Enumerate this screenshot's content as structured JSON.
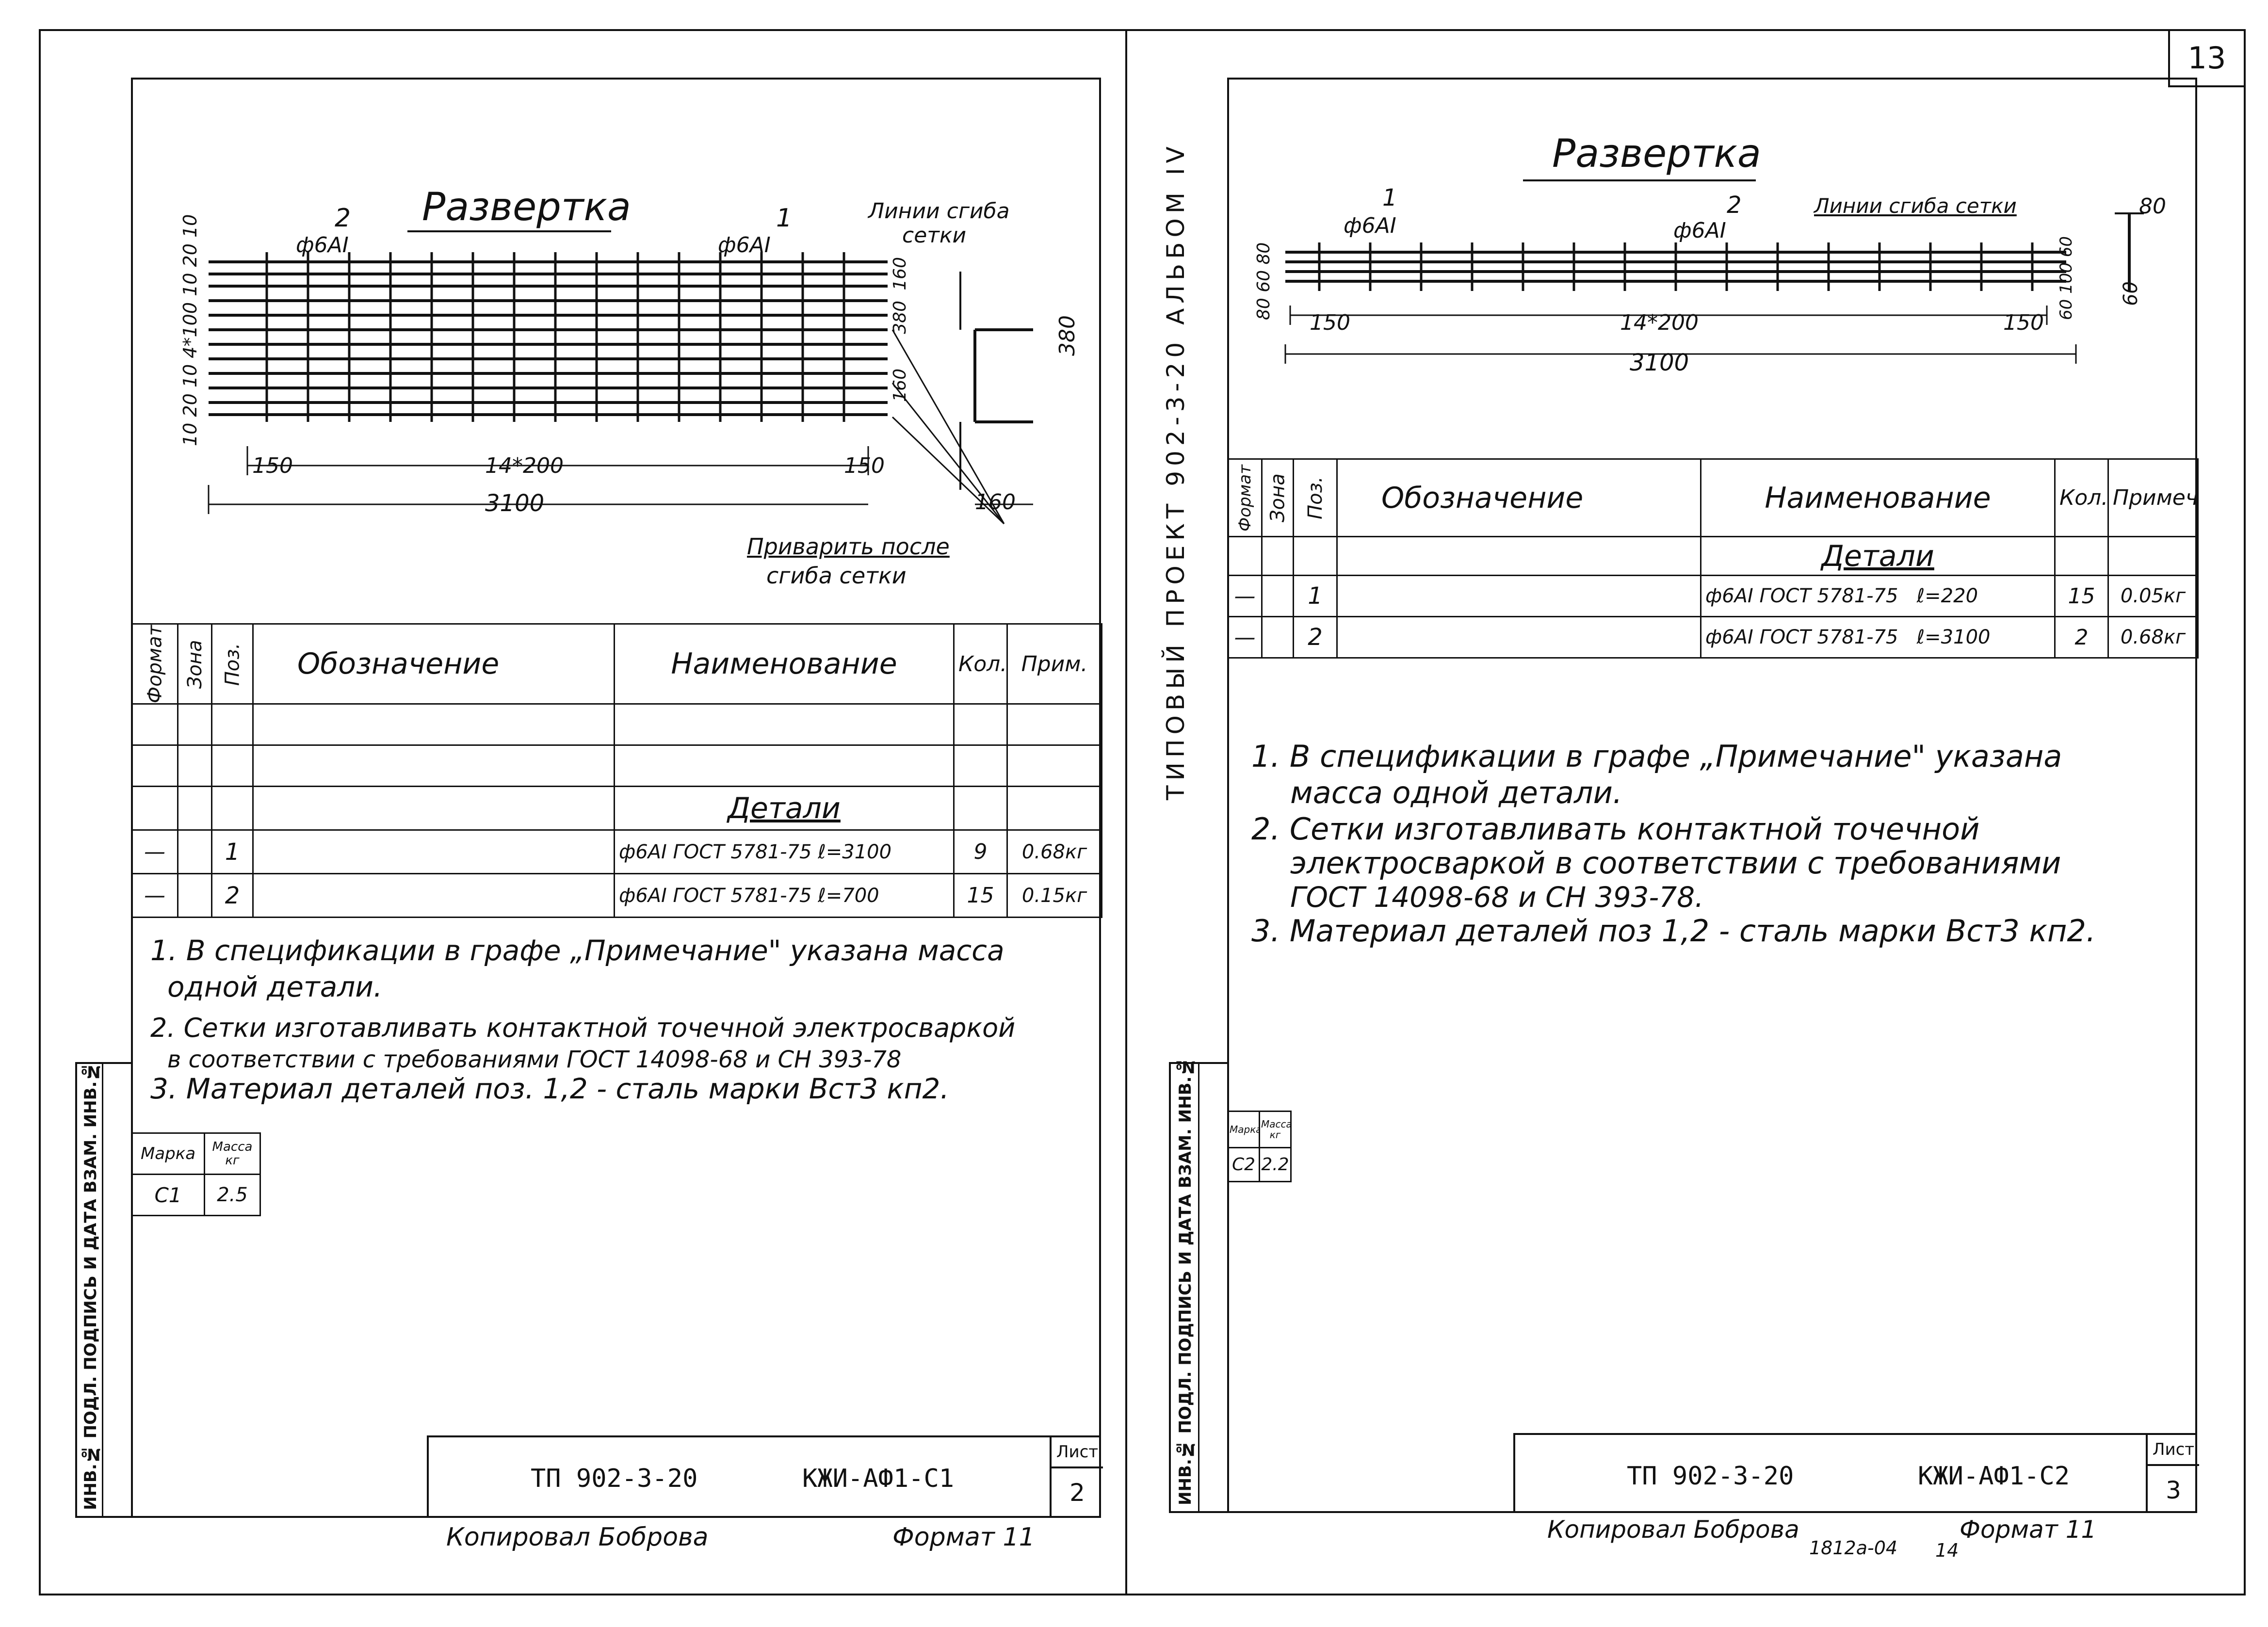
{
  "page_number": "13",
  "album_vertical": "ТИПОВЫЙ ПРОЕКТ 902-3-20 АЛЬБОМ IV",
  "side_strip": "ИНВ.№ ПОДЛ. ПОДПИСЬ И ДАТА ВЗАМ. ИНВ.№",
  "left": {
    "drawing": {
      "title": "Развертка",
      "bar1_label": "1",
      "bar1_spec": "ф6АI",
      "bar2_label": "2",
      "bar2_spec": "ф6АI",
      "bend_note_1": "Линии сгиба",
      "bend_note_2": "сетки",
      "left_dims": "10 20 10 4*100 10 20 10",
      "dim_150_left": "150",
      "dim_14x200": "14*200",
      "dim_150_right": "150",
      "dim_total": "3100",
      "dim_160_a": "160",
      "dim_380_a": "380",
      "dim_160_b": "160",
      "dim_380_side": "380",
      "dim_160_side": "160",
      "weld_note_1": "Приварить после",
      "weld_note_2": "сгиба сетки"
    },
    "spec": {
      "headers": [
        "Формат",
        "Зона",
        "Поз.",
        "Обозначение",
        "Наименование",
        "Кол.",
        "Прим."
      ],
      "section": "Детали",
      "rows": [
        {
          "format": "—",
          "pos": "1",
          "name": "ф6АI ГОСТ 5781-75 ℓ=3100",
          "qty": "9",
          "note": "0.68кг"
        },
        {
          "format": "—",
          "pos": "2",
          "name": "ф6АI ГОСТ 5781-75 ℓ=700",
          "qty": "15",
          "note": "0.15кг"
        }
      ]
    },
    "notes": [
      "1. В спецификации в графе „Примечание\" указана масса",
      "одной детали.",
      "2. Сетки изготавливать контактной точечной электросваркой",
      "в соответствии с требованиями ГОСТ 14098-68 и СН 393-78",
      "3. Материал деталей поз. 1,2 - сталь марки Вст3 кп2."
    ],
    "mark_table": {
      "h1": "Марка",
      "h2": "Масса кг",
      "mark": "С1",
      "mass": "2.5"
    },
    "stamp": {
      "code": "ТП 902-3-20",
      "doc": "КЖИ-АФ1-С1",
      "sheet_label": "Лист",
      "sheet": "2"
    },
    "footer_copy": "Копировал Боброва",
    "footer_format": "Формат 11"
  },
  "right": {
    "drawing": {
      "title": "Развертка",
      "bar1_label": "1",
      "bar1_spec": "ф6АI",
      "bar2_label": "2",
      "bar2_spec": "ф6АI",
      "bend_note": "Линии сгиба сетки",
      "left_dims": "80 60 80",
      "dim_150_left": "150",
      "dim_14x200": "14*200",
      "dim_150_right": "150",
      "dim_total": "3100",
      "right_dims": "60 100 60",
      "side_80": "80",
      "side_60": "60"
    },
    "spec": {
      "headers": [
        "Формат",
        "Зона",
        "Поз.",
        "Обозначение",
        "Наименование",
        "Кол.",
        "Примеч."
      ],
      "section": "Детали",
      "rows": [
        {
          "format": "—",
          "pos": "1",
          "name": "ф6АI ГОСТ 5781-75   ℓ=220",
          "qty": "15",
          "note": "0.05кг"
        },
        {
          "format": "—",
          "pos": "2",
          "name": "ф6АI ГОСТ 5781-75   ℓ=3100",
          "qty": "2",
          "note": "0.68кг"
        }
      ]
    },
    "notes": [
      "1. В спецификации в графе „Примечание\" указана",
      "масса одной детали.",
      "2. Сетки изготавливать контактной точечной",
      "электросваркой в соответствии с требованиями",
      "ГОСТ 14098-68 и СН 393-78.",
      "3. Материал деталей поз 1,2 - сталь марки Вст3 кп2."
    ],
    "mark_table": {
      "h1": "Марка",
      "h2": "Масса кг",
      "mark": "С2",
      "mass": "2.2"
    },
    "stamp": {
      "code": "ТП 902-3-20",
      "doc": "КЖИ-АФ1-С2",
      "sheet_label": "Лист",
      "sheet": "3"
    },
    "footer_copy": "Копировал Боброва",
    "footer_code": "1812а-04",
    "footer_num": "14",
    "footer_format": "Формат 11"
  }
}
